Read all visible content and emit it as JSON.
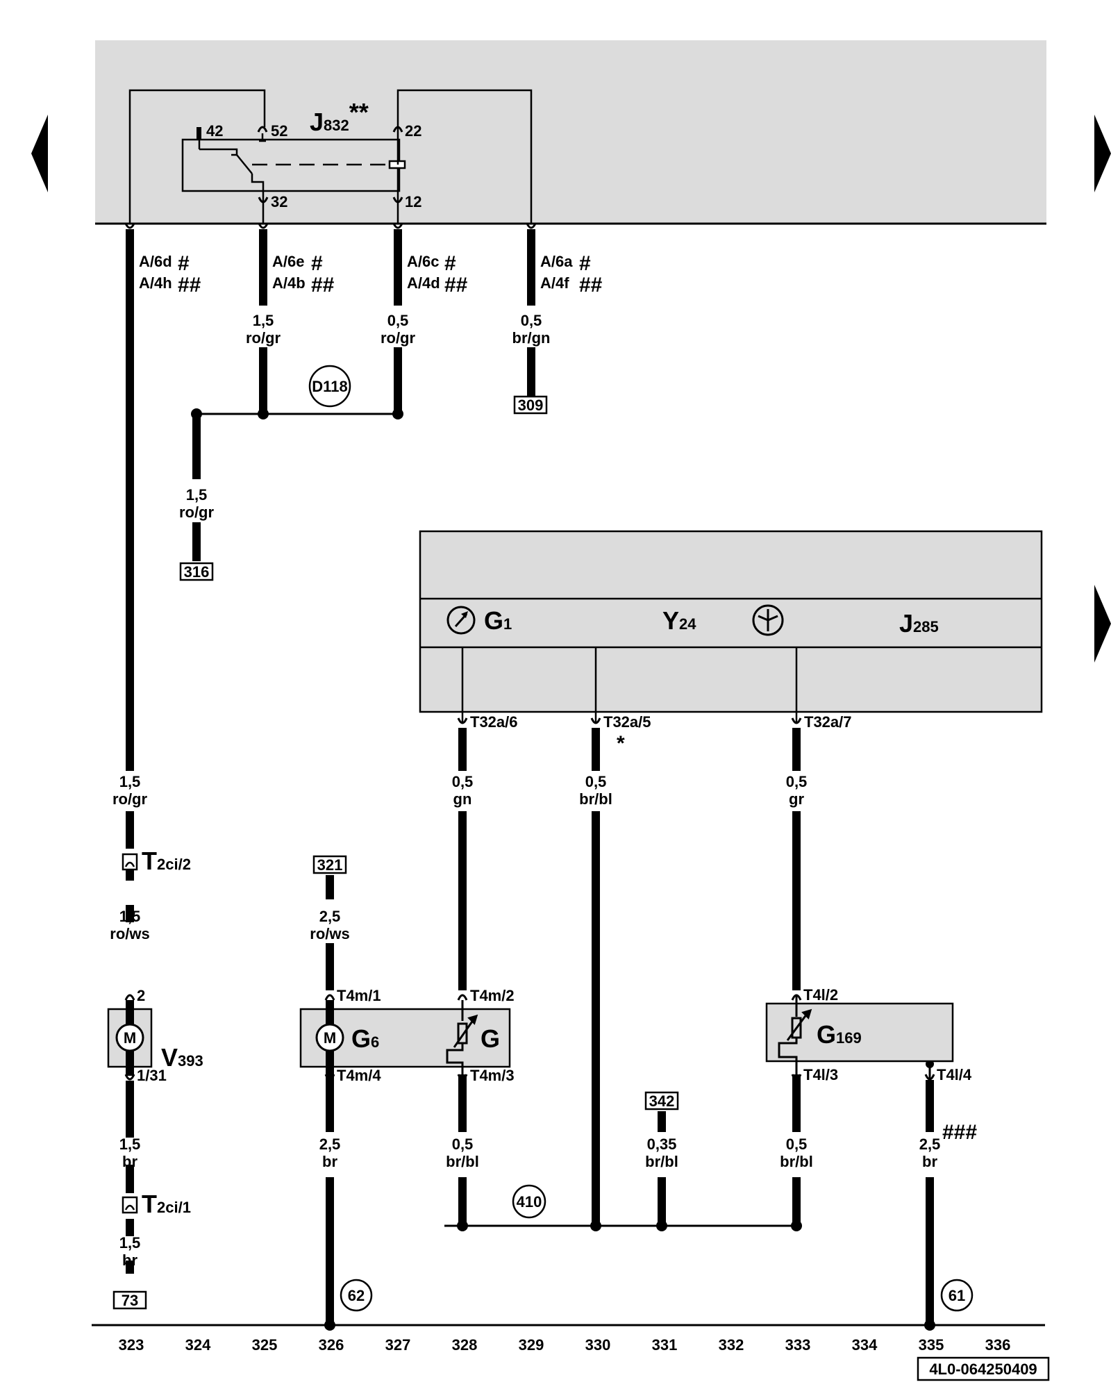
{
  "panels": {
    "relay": {
      "name": "J",
      "sub": "832",
      "suffix": "**",
      "pins": {
        "p42": "42",
        "p52": "52",
        "p22": "22",
        "p32": "32",
        "p12": "12"
      }
    },
    "cluster": {
      "g1_name": "G",
      "g1_sub": "1",
      "y24_name": "Y",
      "y24_sub": "24",
      "j285_name": "J",
      "j285_sub": "285"
    }
  },
  "connectors_top": [
    {
      "a": "A/6d",
      "b": "A/4h",
      "hash_a": "#",
      "hash_b": "##"
    },
    {
      "a": "A/6e",
      "b": "A/4b",
      "hash_a": "#",
      "hash_b": "##"
    },
    {
      "a": "A/6c",
      "b": "A/4d",
      "hash_a": "#",
      "hash_b": "##"
    },
    {
      "a": "A/6a",
      "b": "A/4f",
      "hash_a": "#",
      "hash_b": "##"
    }
  ],
  "wires": [
    {
      "size": "1,5",
      "color": "ro/gr"
    },
    {
      "size": "0,5",
      "color": "ro/gr"
    },
    {
      "size": "0,5",
      "color": "br/gn"
    },
    {
      "size": "1,5",
      "color": "ro/gr"
    },
    {
      "size": "1,5",
      "color": "ro/gr"
    },
    {
      "size": "1,5",
      "color": "ro/ws"
    },
    {
      "size": "1,5",
      "color": "br"
    },
    {
      "size": "1,5",
      "color": "br"
    },
    {
      "size": "2,5",
      "color": "ro/ws"
    },
    {
      "size": "2,5",
      "color": "br"
    },
    {
      "size": "0,5",
      "color": "gn"
    },
    {
      "size": "0,5",
      "color": "br/bl"
    },
    {
      "size": "0,5",
      "color": "gr"
    },
    {
      "size": "0,5",
      "color": "br/bl"
    },
    {
      "size": "0,35",
      "color": "br/bl"
    },
    {
      "size": "0,5",
      "color": "br/bl"
    },
    {
      "size": "2,5",
      "color": "br"
    }
  ],
  "refs": {
    "r309": "309",
    "r316": "316",
    "r321": "321",
    "r342": "342",
    "r73": "73"
  },
  "points": {
    "d118": "D118",
    "p410": "410",
    "p62": "62",
    "p61": "61"
  },
  "pins": {
    "t32a6": "T32a/6",
    "t32a5": "T32a/5",
    "t32a7": "T32a/7",
    "t4m1": "T4m/1",
    "t4m2": "T4m/2",
    "t4m4": "T4m/4",
    "t4m3": "T4m/3",
    "t4l2": "T4l/2",
    "t4l3": "T4l/3",
    "t4l4": "T4l/4",
    "v2": "2",
    "v131": "1/31"
  },
  "marks": {
    "star": "*",
    "triple_hash": "###"
  },
  "components": {
    "t2ci2_name": "T",
    "t2ci2_sub": "2ci/2",
    "t2ci1_name": "T",
    "t2ci1_sub": "2ci/1",
    "v393_name": "V",
    "v393_sub": "393",
    "g6_name": "G",
    "g6_sub": "6",
    "g_label": "G",
    "g169_name": "G",
    "g169_sub": "169",
    "motor_letter": "M"
  },
  "columns": [
    "323",
    "324",
    "325",
    "326",
    "327",
    "328",
    "329",
    "330",
    "331",
    "332",
    "333",
    "334",
    "335",
    "336"
  ],
  "doc_id": "4L0-064250409"
}
